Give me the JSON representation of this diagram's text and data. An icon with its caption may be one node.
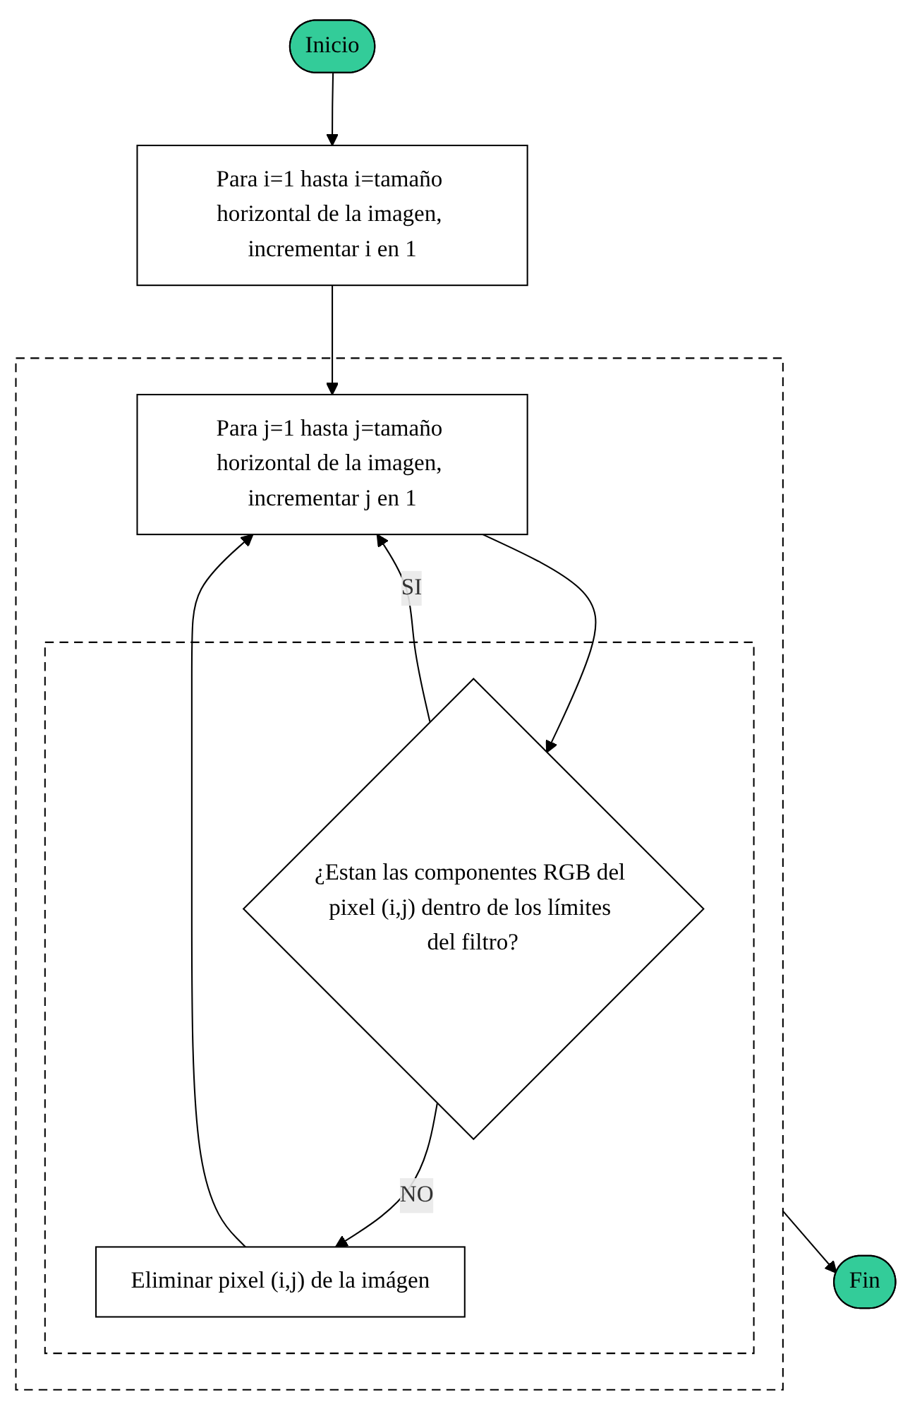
{
  "diagram": {
    "nodes": [
      {
        "text": [
          "Inicio"
        ]
      },
      {
        "text": [
          "Para i=1 hasta i=tamaño horizontal de la imagen, incrementar i en 1"
        ]
      },
      {
        "text": [],
        "shape": "box"
      },
      {
        "text": [
          "Para j=1 hasta j=tamaño horizontal de la imagen, incrementar j en 1"
        ],
        "in": 2
      },
      {
        "text": [],
        "shape": "box",
        "in": 2
      },
      {
        "text": [
          "¿Estan las componentes RGB del pixel (i,j) dentro de los límites del filtro?"
        ],
        "in": 4
      },
      {
        "text": [
          "Eliminar pixel (i,j) de la imágen"
        ],
        "in": 4
      },
      {
        "text": [
          "Fin"
        ]
      }
    ],
    "edges": [
      {
        "from": 0,
        "to": 1,
        "arrow": "to"
      },
      {
        "from": 1,
        "to": 3,
        "arrow": "to"
      },
      {
        "from": 3,
        "to": 5,
        "arrow": "to"
      },
      {
        "from": 5,
        "to": 3,
        "arrow": "to",
        "label": "SI"
      },
      {
        "from": 5,
        "to": 6,
        "arrow": "to",
        "label": "NO"
      },
      {
        "from": 6,
        "to": 3,
        "arrow": "to"
      },
      {
        "from": 2,
        "to": 7,
        "arrow": "to"
      }
    ]
  }
}
